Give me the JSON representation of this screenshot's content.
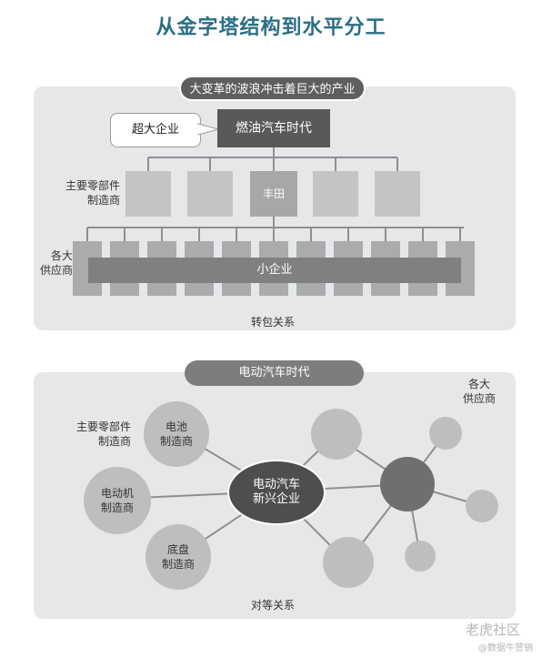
{
  "title": "从金字塔结构到水平分工",
  "top_panel": {
    "header": "大变革的波浪冲击着巨大的产业",
    "callout": "超大企业",
    "top_box": "燃油汽车时代",
    "tier1_label": "主要零部件\n制造商",
    "toyota": "丰田",
    "tier2_label": "各大\n供应商",
    "small_companies": "小企业",
    "footer": "转包关系"
  },
  "bottom_panel": {
    "header": "电动汽车时代",
    "left_label": "主要零部件\n制造商",
    "right_label": "各大\n供应商",
    "center": "电动汽车\n新兴企业",
    "battery": "电池\n制造商",
    "motor": "电动机\n制造商",
    "chassis": "底盘\n制造商",
    "footer": "对等关系"
  },
  "watermark": {
    "brand": "老虎社区",
    "sub": "@数据牛营销"
  }
}
